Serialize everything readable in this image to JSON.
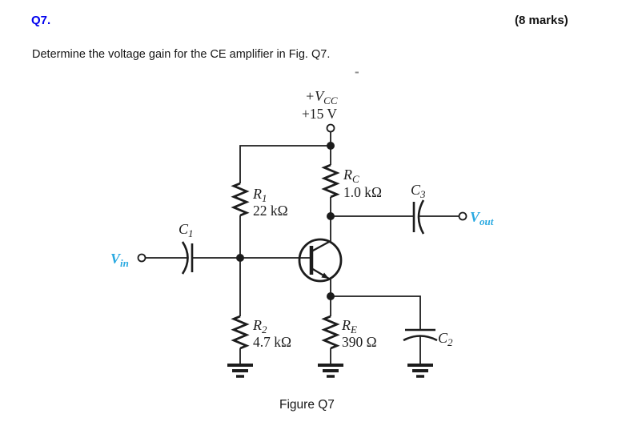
{
  "page": {
    "question_number": "Q7.",
    "marks": "(8 marks)",
    "prompt": "Determine the voltage gain for the CE amplifier in Fig. Q7.",
    "stray_mark": "-",
    "caption": "Figure Q7"
  },
  "circuit": {
    "supply": {
      "symbol_main": "+V",
      "symbol_sub": "CC",
      "value": "+15 V"
    },
    "input": {
      "symbol_main": "V",
      "symbol_sub": "in"
    },
    "output": {
      "symbol_main": "V",
      "symbol_sub": "out"
    },
    "resistors": {
      "r1": {
        "symbol_main": "R",
        "symbol_sub": "1",
        "value": "22 kΩ"
      },
      "r2": {
        "symbol_main": "R",
        "symbol_sub": "2",
        "value": "4.7 kΩ"
      },
      "rc": {
        "symbol_main": "R",
        "symbol_sub": "C",
        "value": "1.0 kΩ"
      },
      "re": {
        "symbol_main": "R",
        "symbol_sub": "E",
        "value": "390 Ω"
      }
    },
    "capacitors": {
      "c1": {
        "symbol_main": "C",
        "symbol_sub": "1"
      },
      "c2": {
        "symbol_main": "C",
        "symbol_sub": "2"
      },
      "c3": {
        "symbol_main": "C",
        "symbol_sub": "3"
      }
    },
    "colors": {
      "signal_label": "#29A9E1",
      "question_blue": "#0000EE",
      "ink": "#1c1c1c"
    }
  }
}
